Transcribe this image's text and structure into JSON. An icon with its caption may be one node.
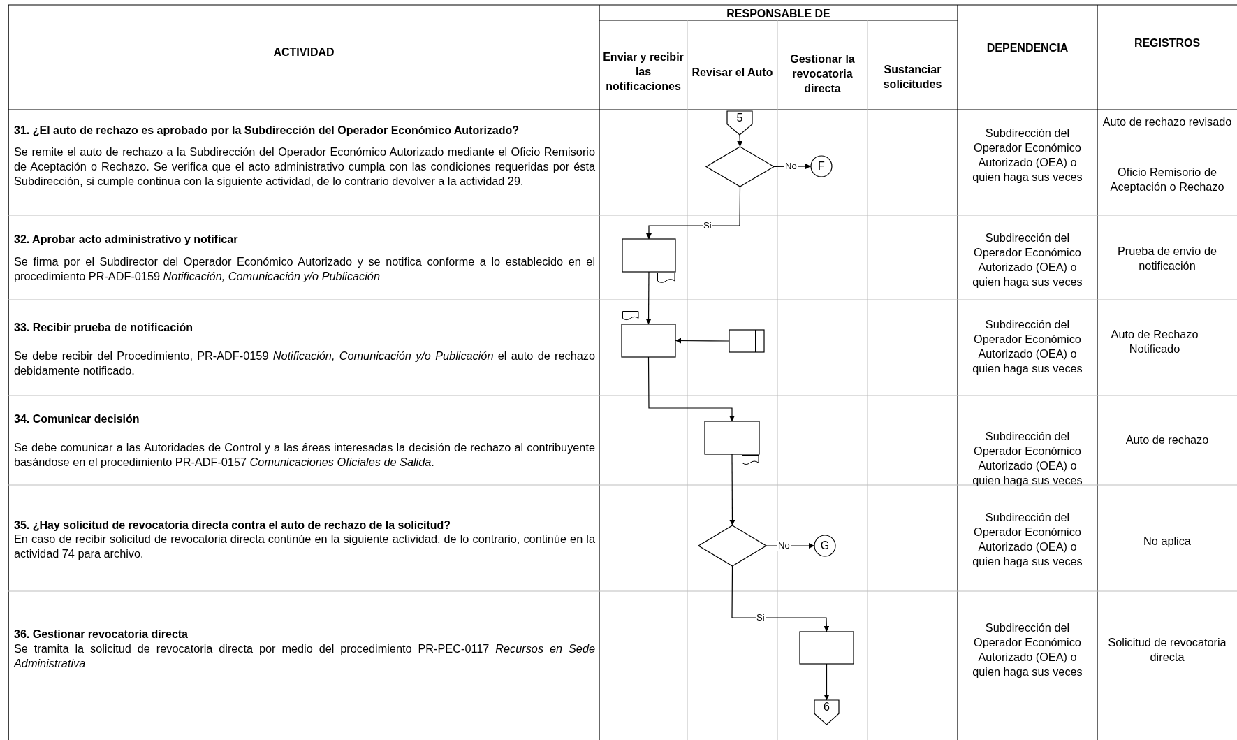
{
  "diagram": {
    "nodes": [
      {
        "text": [
          "5"
        ]
      },
      {
        "text": [],
        "shape": "diamond"
      },
      {
        "text": [
          "F"
        ]
      },
      {
        "text": [],
        "shape": "box"
      },
      {
        "text": [],
        "shape": "box"
      },
      {
        "text": [],
        "shape": "box"
      },
      {
        "text": [],
        "shape": "box"
      },
      {
        "text": [],
        "shape": "diamond"
      },
      {
        "text": [
          "G"
        ]
      },
      {
        "text": [],
        "shape": "box"
      },
      {
        "text": [
          "6"
        ]
      }
    ],
    "edges": [
      {
        "from": 0,
        "to": 1,
        "arrow": "to"
      },
      {
        "from": 1,
        "to": 2,
        "arrow": "to",
        "label": "No"
      },
      {
        "from": 1,
        "to": 3,
        "arrow": "to",
        "label": "Si"
      },
      {
        "from": 3,
        "to": 4,
        "arrow": "to"
      },
      {
        "from": 5,
        "to": 4,
        "arrow": "to"
      },
      {
        "from": 4,
        "to": 6,
        "arrow": "to"
      },
      {
        "from": 6,
        "to": 7,
        "arrow": "to"
      },
      {
        "from": 7,
        "to": 8,
        "arrow": "to",
        "label": "No"
      },
      {
        "from": 7,
        "to": 9,
        "arrow": "to",
        "label": "Si"
      },
      {
        "from": 9,
        "to": 10,
        "arrow": "to"
      }
    ],
    "labels": [
      "ACTIVIDAD",
      "RESPONSABLE DE",
      "Enviar y recibir las notificaciones",
      "Revisar el Auto",
      "Gestionar la revocatoria directa",
      "Sustanciar solicitudes",
      "DEPENDENCIA",
      "REGISTROS",
      "31. ¿El auto de rechazo es aprobado por la Subdirección del Operador Económico Autorizado?",
      "Se remite el auto de rechazo a la Subdirección del Operador Económico Autorizado mediante el Oficio Remisorio de Aceptación o Rechazo. Se verifica que el acto administrativo cumpla con las condiciones requeridas por ésta Subdirección, si cumple continua con la siguiente actividad, de lo contrario devolver a la actividad 29.",
      "Subdirección del Operador Económico Autorizado (OEA) o quien haga sus veces",
      "Auto de rechazo revisado",
      "Oficio Remisorio de Aceptación o Rechazo",
      "32. Aprobar acto administrativo y notificar",
      "Se firma por el Subdirector del Operador Económico Autorizado y se notifica conforme a lo establecido en el procedimiento PR-ADF-0159 *Notificación, Comunicación y/o Publicación*",
      "Subdirección del Operador Económico Autorizado (OEA) o quien haga sus veces",
      "Prueba de envío de notificación",
      "33. Recibir prueba de notificación",
      "Se debe recibir del Procedimiento, PR-ADF-0159 *Notificación, Comunicación y/o Publicación* el auto de rechazo debidamente notificado.",
      "Subdirección del Operador Económico Autorizado (OEA) o quien haga sus veces",
      "Auto de Rechazo Notificado",
      "34. Comunicar decisión",
      "Se debe comunicar a las Autoridades de Control y a las áreas interesadas la decisión de rechazo al contribuyente basándose en el procedimiento PR-ADF-0157 *Comunicaciones Oficiales de Salida*.",
      "Subdirección del Operador Económico Autorizado (OEA) o quien haga sus veces",
      "Auto de rechazo",
      "35. ¿Hay solicitud de revocatoria directa contra el auto de rechazo de la solicitud?",
      "En caso de recibir solicitud de revocatoria directa continúe en la siguiente actividad, de lo contrario, continúe en la actividad 74 para archivo.",
      "Subdirección del Operador Económico Autorizado (OEA) o quien haga sus veces",
      "No aplica",
      "36. Gestionar revocatoria directa",
      "Se tramita la solicitud de revocatoria directa por medio del procedimiento PR-PEC-0117 *Recursos en Sede Administrativa*",
      "Subdirección del Operador Económico Autorizado (OEA) o quien haga sus veces",
      "Solicitud de revocatoria directa"
    ]
  }
}
